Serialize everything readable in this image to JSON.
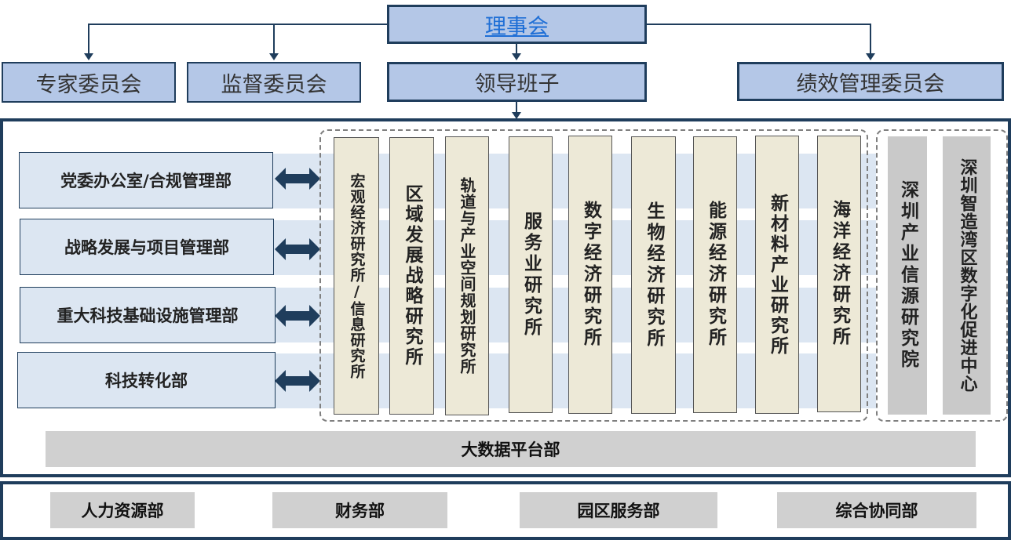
{
  "council": "理事会",
  "committees": {
    "expert": "专家委员会",
    "supervision": "监督委员会",
    "leadership": "领导班子",
    "performance": "绩效管理委员会"
  },
  "departments": [
    "党委办公室/合规管理部",
    "战略发展与项目管理部",
    "重大科技基础设施管理部",
    "科技转化部"
  ],
  "institutes": [
    "宏观经济研究所/信息研究所",
    "区域发展战略研究所",
    "轨道与产业空间规划研究所",
    "服务业研究所",
    "数字经济研究所",
    "生物经济研究所",
    "能源经济研究所",
    "新材料产业研究所",
    "海洋经济研究所"
  ],
  "affiliates": [
    "深圳产业信源研究院",
    "深圳智造湾区数字化促进中心"
  ],
  "platform": "大数据平台部",
  "support_departments": [
    "人力资源部",
    "财务部",
    "园区服务部",
    "综合协同部"
  ],
  "colors": {
    "border": "#1f3d5c",
    "committee_fill": "#b4c7e7",
    "department_fill": "#dce6f2",
    "institute_fill": "#ede9d7",
    "affiliate_fill": "#c9c9c9",
    "council_text": "#1f6fd6"
  }
}
